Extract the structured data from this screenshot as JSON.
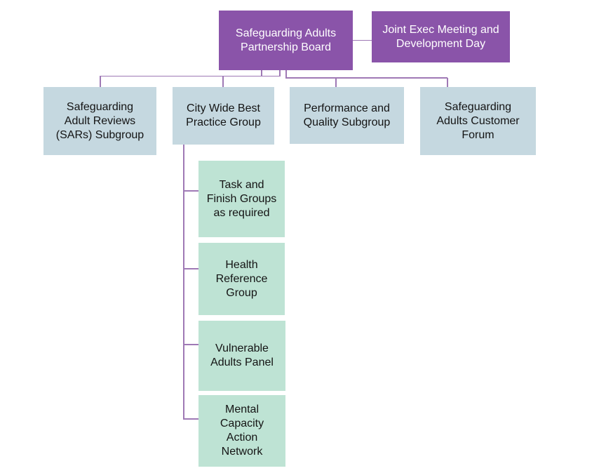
{
  "colors": {
    "node_purple": "#8a54a9",
    "node_blue": "#c5d8e0",
    "node_green": "#bee3d4",
    "connector": "#9f79b5",
    "text_dark": "#141414",
    "text_light": "#ffffff"
  },
  "org_chart": {
    "root": {
      "label": "Safeguarding Adults\nPartnership Board"
    },
    "joint_exec": {
      "label": "Joint Exec Meeting and\nDevelopment Day"
    },
    "subgroups": [
      {
        "id": "sars",
        "label": "Safeguarding\nAdult Reviews\n(SARs) Subgroup"
      },
      {
        "id": "city-wide",
        "label": "City Wide Best\nPractice Group"
      },
      {
        "id": "performance",
        "label": "Performance and\nQuality Subgroup"
      },
      {
        "id": "customer-forum",
        "label": "Safeguarding\nAdults Customer\nForum"
      }
    ],
    "city_wide_children": [
      {
        "id": "task-finish",
        "label": "Task and\nFinish Groups\nas required"
      },
      {
        "id": "health-reference",
        "label": "Health\nReference\nGroup"
      },
      {
        "id": "vulnerable-adults",
        "label": "Vulnerable\nAdults Panel"
      },
      {
        "id": "mental-capacity",
        "label": "Mental\nCapacity\nAction\nNetwork"
      }
    ]
  }
}
